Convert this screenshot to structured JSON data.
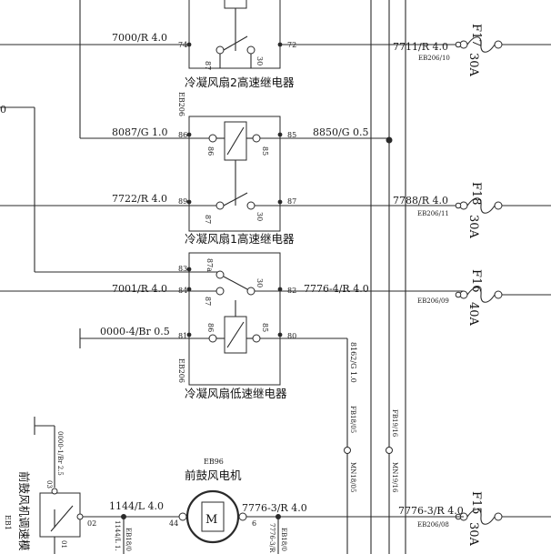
{
  "relays": {
    "high2": {
      "title": "冷凝风扇2高速继电器",
      "pin87": "87",
      "pin30": "30",
      "pin74": "74",
      "pin72": "72"
    },
    "high1": {
      "title": "冷凝风扇1高速继电器",
      "connector": "EB206",
      "pin86a": "86",
      "pin86b": "86",
      "pin85a": "85",
      "pin85b": "85",
      "pin89": "89",
      "pin87a": "87",
      "pin87b": "87",
      "pin30": "30"
    },
    "low": {
      "title": "冷凝风扇低速继电器",
      "connector": "EB206",
      "pin83": "83",
      "pin87a_label": "87a",
      "pin84": "84",
      "pin87": "87",
      "pin30": "30",
      "pin82": "82",
      "pin81": "81",
      "pin86": "86",
      "pin85": "85",
      "pin80": "80"
    }
  },
  "wires": {
    "w7000": "7000/R  4.0",
    "w8087": "8087/G  1.0",
    "w8850": "8850/G  0.5",
    "w7722": "7722/R  4.0",
    "w7001": "7001/R  4.0",
    "w7776_4": "7776-4/R  4.0",
    "w0000_4": "0000-4/Br  0.5",
    "w7711": "7711/R  4.0",
    "w7788": "7788/R  4.0",
    "w8162": "8162/G  1.0",
    "w1144": "1144/L 4.0",
    "w7776_3": "7776-3/R 4.0",
    "w7776_3_right": "7776-3/R 4.0",
    "w0000_1": "0000-1/Br  2.5",
    "left_stub": "0"
  },
  "connectors": {
    "eb206_10": "EB206/10",
    "eb206_11": "EB206/11",
    "eb206_09": "EB206/09",
    "eb206_08": "EB206/08",
    "fb18_05": "FB18/05",
    "mn18_05": "MN18/05",
    "fb19_16": "FB19/16",
    "mn19_16": "MN19/16",
    "eb96": "EB96",
    "pin44": "44",
    "pin6": "6",
    "pin02": "02",
    "pin03": "03",
    "pin01": "01",
    "eb18_side": "EB18/0",
    "w1144_vert": "1144/L 1.",
    "eb18_right": "EB18/0",
    "w7776_vert": "7776-3/R"
  },
  "fuses": {
    "f17": {
      "name": "F17",
      "rating": "30A"
    },
    "f18": {
      "name": "F18",
      "rating": "30A"
    },
    "f16": {
      "name": "F16",
      "rating": "40A"
    },
    "f15": {
      "name": "F15",
      "rating": "30A"
    }
  },
  "motor": {
    "title": "前鼓风电机",
    "symbol": "M"
  },
  "speed_module": {
    "title": "前鼓风机调速模",
    "partial": "EB1"
  }
}
